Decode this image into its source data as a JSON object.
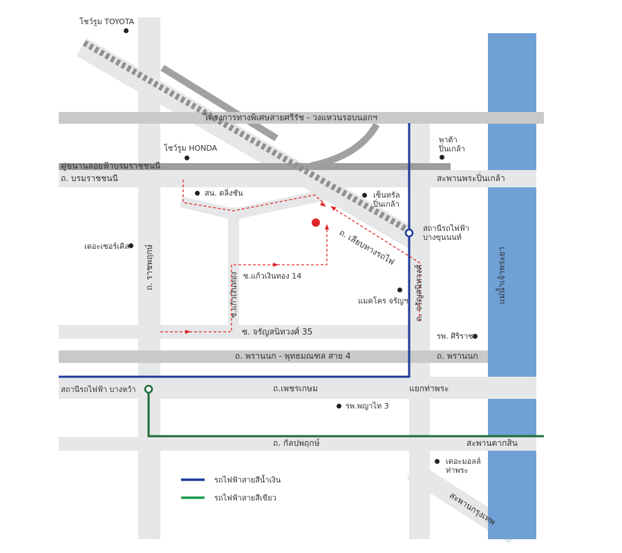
{
  "colors": {
    "road": "#e6e7e8",
    "expressway": "#c8c9ca",
    "dark_road": "#9d9e9f",
    "river": "#6fa0d6",
    "blue_line": "#1a3a9a",
    "green_line": "#1f6b36",
    "route": "#e0262b"
  },
  "roads": {
    "expressway": "โครงการทางพิเศษสายศรีรัช - วงแหวนรอบนอกฯ",
    "parallel": "คู่ขนานลอยฟ้าบรมราชชนนี",
    "borom": "ถ. บรมราชชนนี",
    "pinklao_bridge": "สะพานพระปิ่นเกล้า",
    "railway_rd": "ถ. เลียบทางรถไฟ",
    "ratchaphruek": "ถ. ราชพฤกษ์",
    "charan": "ถ. จรัญสนิทวงศ์",
    "kaeo": "ซ.แก้วเงินทอง 14",
    "kaeo_v": "ซ.แก้วเงินทอง",
    "soi35": "ซ. จรัญสนิทวงศ์ 35",
    "prannok_long": "ถ. พรานนก - พุทธมณฑล สาย 4",
    "prannok": "ถ. พรานนก",
    "phet": "ถ.เพชรเกษม",
    "thaphra": "แยกท่าพระ",
    "kanla": "ถ. กัลปพฤกษ์",
    "taksin": "สะพานตากสิน",
    "krungthep": "สะพานกรุงเทพ",
    "river": "แม่น้ำเจ้าพระยา"
  },
  "places": {
    "toyota": "โชว์รูม TOYOTA",
    "honda": "โชว์รูม HONDA",
    "talingchan": "สน. ตลิ่งชัน",
    "central": [
      "เซ็นทรัล",
      "ปิ่นเกล้า"
    ],
    "pata": [
      "พาต้า",
      "ปิ่นเกล้า"
    ],
    "circle": "เดอะเซอร์เคิล",
    "station_bkn": [
      "สถานีรถไฟฟ้า",
      "บางขุนนนท์"
    ],
    "makro": "แมคโคร จรัญฯ",
    "siriraj": "รพ. ศิริราช",
    "station_bw": "สถานีรถไฟฟ้า บางหว้า",
    "phyathai": "รพ.พญาไท 3",
    "themall": [
      "เดอะมอลล์",
      "ท่าพระ"
    ]
  },
  "legend": [
    {
      "label": "รถไฟฟ้าสายสีน้ำเงิน",
      "color": "#1a3a9a"
    },
    {
      "label": "รถไฟฟ้าสายสีเขียว",
      "color": "#1f6b36"
    }
  ]
}
